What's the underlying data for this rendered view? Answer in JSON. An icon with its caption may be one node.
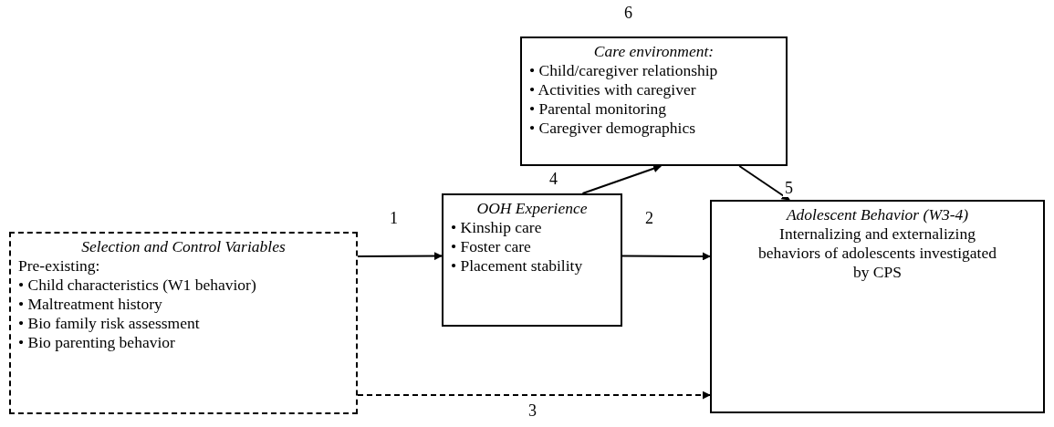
{
  "diagram": {
    "nodes": [
      {
        "text": [
          "Selection and Control Variables",
          "Pre-existing:",
          "• Child characteristics (W1 behavior)",
          "• Maltreatment history",
          "• Bio family risk assessment",
          "• Bio parenting behavior"
        ]
      },
      {
        "text": [
          "OOH Experience",
          "• Kinship care",
          "• Foster care",
          "• Placement stability"
        ]
      },
      {
        "text": [
          "Care environment:",
          "• Child/caregiver relationship",
          "• Activities with caregiver",
          "• Parental monitoring",
          "• Caregiver demographics"
        ],
        "beside": [
          "6"
        ]
      },
      {
        "text": [
          "Adolescent Behavior (W3-4)",
          "Internalizing and externalizing behaviors of adolescents investigated by CPS"
        ]
      }
    ],
    "edges": [
      {
        "from": 0,
        "to": 1,
        "arrow": "to",
        "label": "1"
      },
      {
        "from": 1,
        "to": 3,
        "arrow": "to",
        "label": "2"
      },
      {
        "from": 0,
        "to": 3,
        "arrow": "to",
        "label": "3",
        "style": "dashed"
      },
      {
        "from": 1,
        "to": 2,
        "arrow": "to",
        "label": "4"
      },
      {
        "from": 2,
        "to": 3,
        "arrow": "to",
        "label": "5"
      }
    ]
  }
}
